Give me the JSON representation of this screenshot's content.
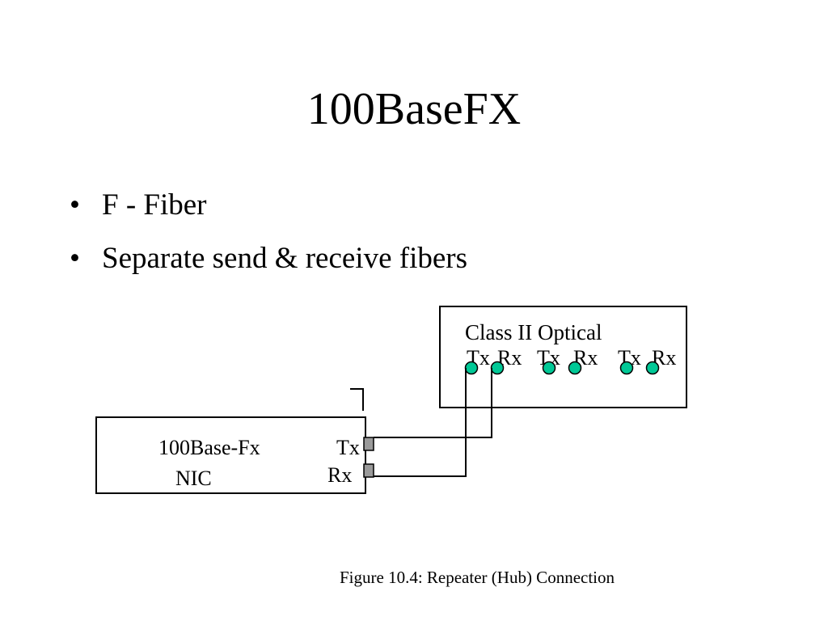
{
  "title": "100BaseFX",
  "bullets": [
    {
      "symbol": "•",
      "text": "F - Fiber"
    },
    {
      "symbol": "•",
      "text": "Separate send & receive fibers"
    }
  ],
  "diagram": {
    "hub": {
      "title": "Class II Optical",
      "port_labels": [
        "Tx",
        "Rx",
        "Tx",
        "Rx",
        "Tx",
        "Rx"
      ],
      "port_color": "#00c896"
    },
    "nic": {
      "name_line1": "100Base-Fx",
      "name_line2": "NIC",
      "tx_label": "Tx",
      "rx_label": "Rx",
      "port_color": "#9a9a9a"
    },
    "caption": "Figure 10.4: Repeater (Hub) Connection"
  }
}
